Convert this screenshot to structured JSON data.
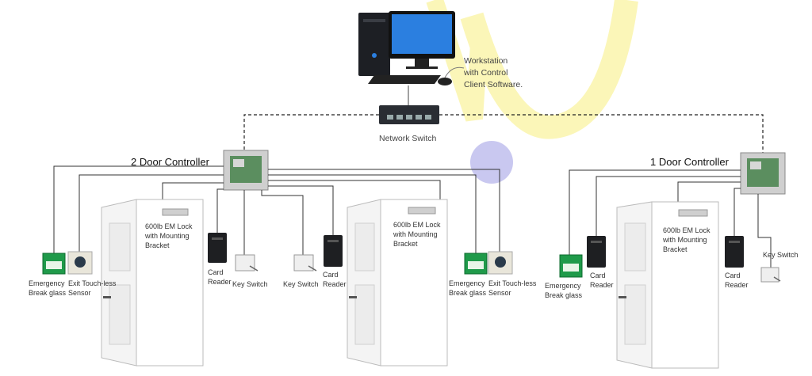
{
  "workstation": {
    "label_lines": [
      "Workstation",
      "with Control",
      "Client Software."
    ]
  },
  "network_switch": {
    "label": "Network Switch"
  },
  "controllers": {
    "two_door": {
      "label": "2 Door Controller"
    },
    "one_door": {
      "label": "1 Door Controller"
    }
  },
  "devices": {
    "emergency_break_glass": [
      "Emergency",
      "Break glass"
    ],
    "exit_sensor": [
      "Exit Touch-less",
      "Sensor"
    ],
    "em_lock": [
      "600lb EM Lock",
      "with Mounting",
      "Bracket"
    ],
    "card_reader": [
      "Card",
      "Reader"
    ],
    "key_switch": [
      "Key Switch"
    ]
  },
  "colors": {
    "watermark_yellow": "#fbf6b8",
    "watermark_circle": "#c9c8f0",
    "cable": "#333333",
    "break_glass_green": "#1f9a4a",
    "monitor_blue": "#2b7fe0",
    "door": "#f4f4f4"
  }
}
